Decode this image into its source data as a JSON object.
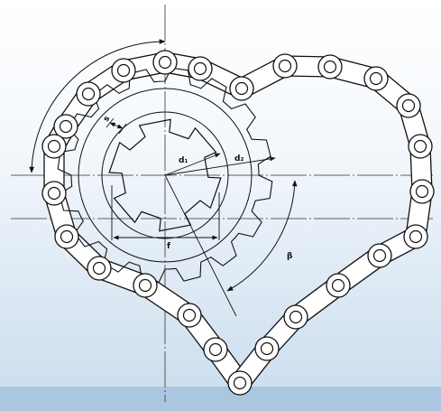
{
  "diagram": {
    "labels": {
      "s": "s",
      "d1": "d₁",
      "d2": "d₂",
      "f": "f",
      "beta": "β"
    },
    "colors": {
      "background_top": "#ffffff",
      "background_bottom": "#c9dced",
      "bottom_band": "#aac6e0",
      "line": "#111111",
      "roller_fill": "#ffffff"
    }
  }
}
